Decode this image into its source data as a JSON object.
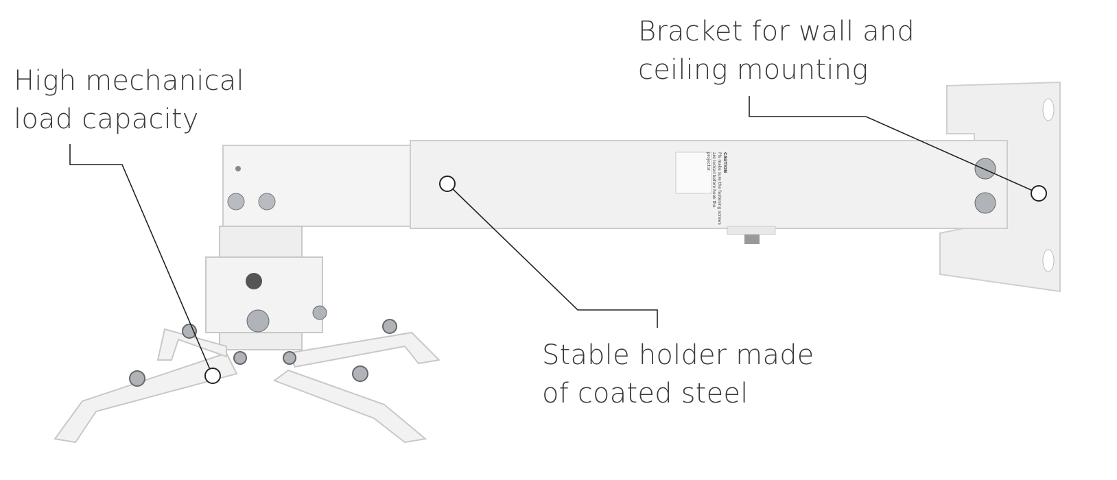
{
  "callouts": {
    "load": {
      "line1": "High mechanical",
      "line2": "load capacity"
    },
    "bracket": {
      "line1": "Bracket for wall and",
      "line2": "ceiling mounting"
    },
    "holder": {
      "line1": "Stable holder made",
      "line2": "of coated steel"
    }
  },
  "caution_label": {
    "title": "CAUTION",
    "text": "Pls make sure the fastening screws are locked before hook the projector."
  },
  "colors": {
    "text": "#3a3a3a",
    "steel": "#f2f2f2",
    "outline": "#c8c8c8",
    "callout_line": "#222222"
  }
}
